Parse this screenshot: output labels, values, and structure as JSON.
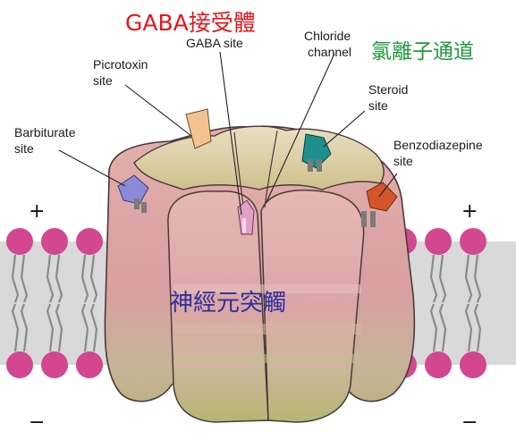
{
  "title_receptor": "GABA接受體",
  "title_channel": "氯離子通道",
  "center_caption": "神經元突觸",
  "labels": {
    "gaba_site": "GABA site",
    "chloride_line1": "Chloride",
    "chloride_line2": "channel",
    "picrotoxin_line1": "Picrotoxin",
    "picrotoxin_line2": "site",
    "steroid_line1": "Steroid",
    "steroid_line2": "site",
    "barbiturate_line1": "Barbiturate",
    "barbiturate_line2": "site",
    "benzo_line1": "Benzodiazepine",
    "benzo_line2": "site"
  },
  "signs": {
    "top_left": "+",
    "top_right": "+",
    "bottom_left": "−",
    "bottom_right": "−"
  },
  "colors": {
    "title_receptor": "#e8141b",
    "title_channel": "#1f9a3c",
    "center_caption": "#2d2f9e",
    "membrane_head": "#d2478f",
    "membrane_tail": "#8a8a8a",
    "receptor_body": "#dca2a6",
    "receptor_top": "#d9c9a0",
    "picrotoxin_marker": "#f3c38f",
    "steroid_marker": "#1e8f8f",
    "barbiturate_marker": "#8a8ad6",
    "benzo_marker": "#d4552a",
    "gaba_marker": "#e0a0c8"
  }
}
